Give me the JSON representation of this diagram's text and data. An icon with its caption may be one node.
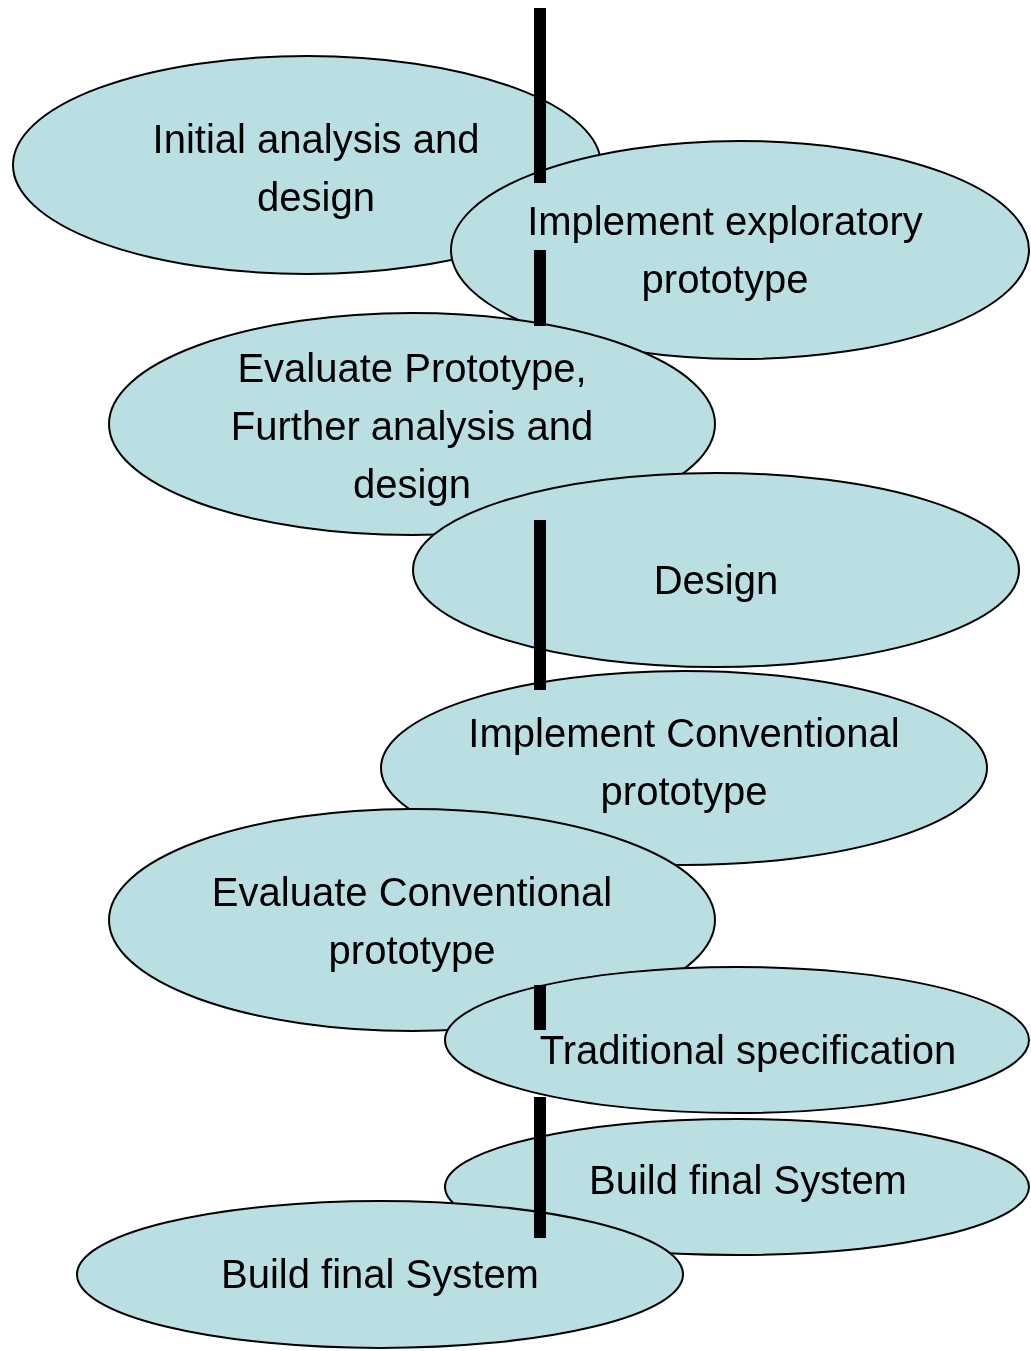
{
  "diagram": {
    "nodes": [
      {
        "text": [
          "Initial analysis and design"
        ]
      },
      {
        "text": [
          "Implement exploratory prototype"
        ]
      },
      {
        "text": [
          "Evaluate Prototype, Further analysis and design"
        ]
      },
      {
        "text": [
          "Design"
        ]
      },
      {
        "text": [
          "Implement Conventional prototype"
        ]
      },
      {
        "text": [
          "Evaluate Conventional prototype"
        ]
      },
      {
        "text": [
          "Traditional specification"
        ]
      },
      {
        "text": [
          "Build final System"
        ]
      },
      {
        "text": [
          "Build final System"
        ]
      }
    ]
  }
}
